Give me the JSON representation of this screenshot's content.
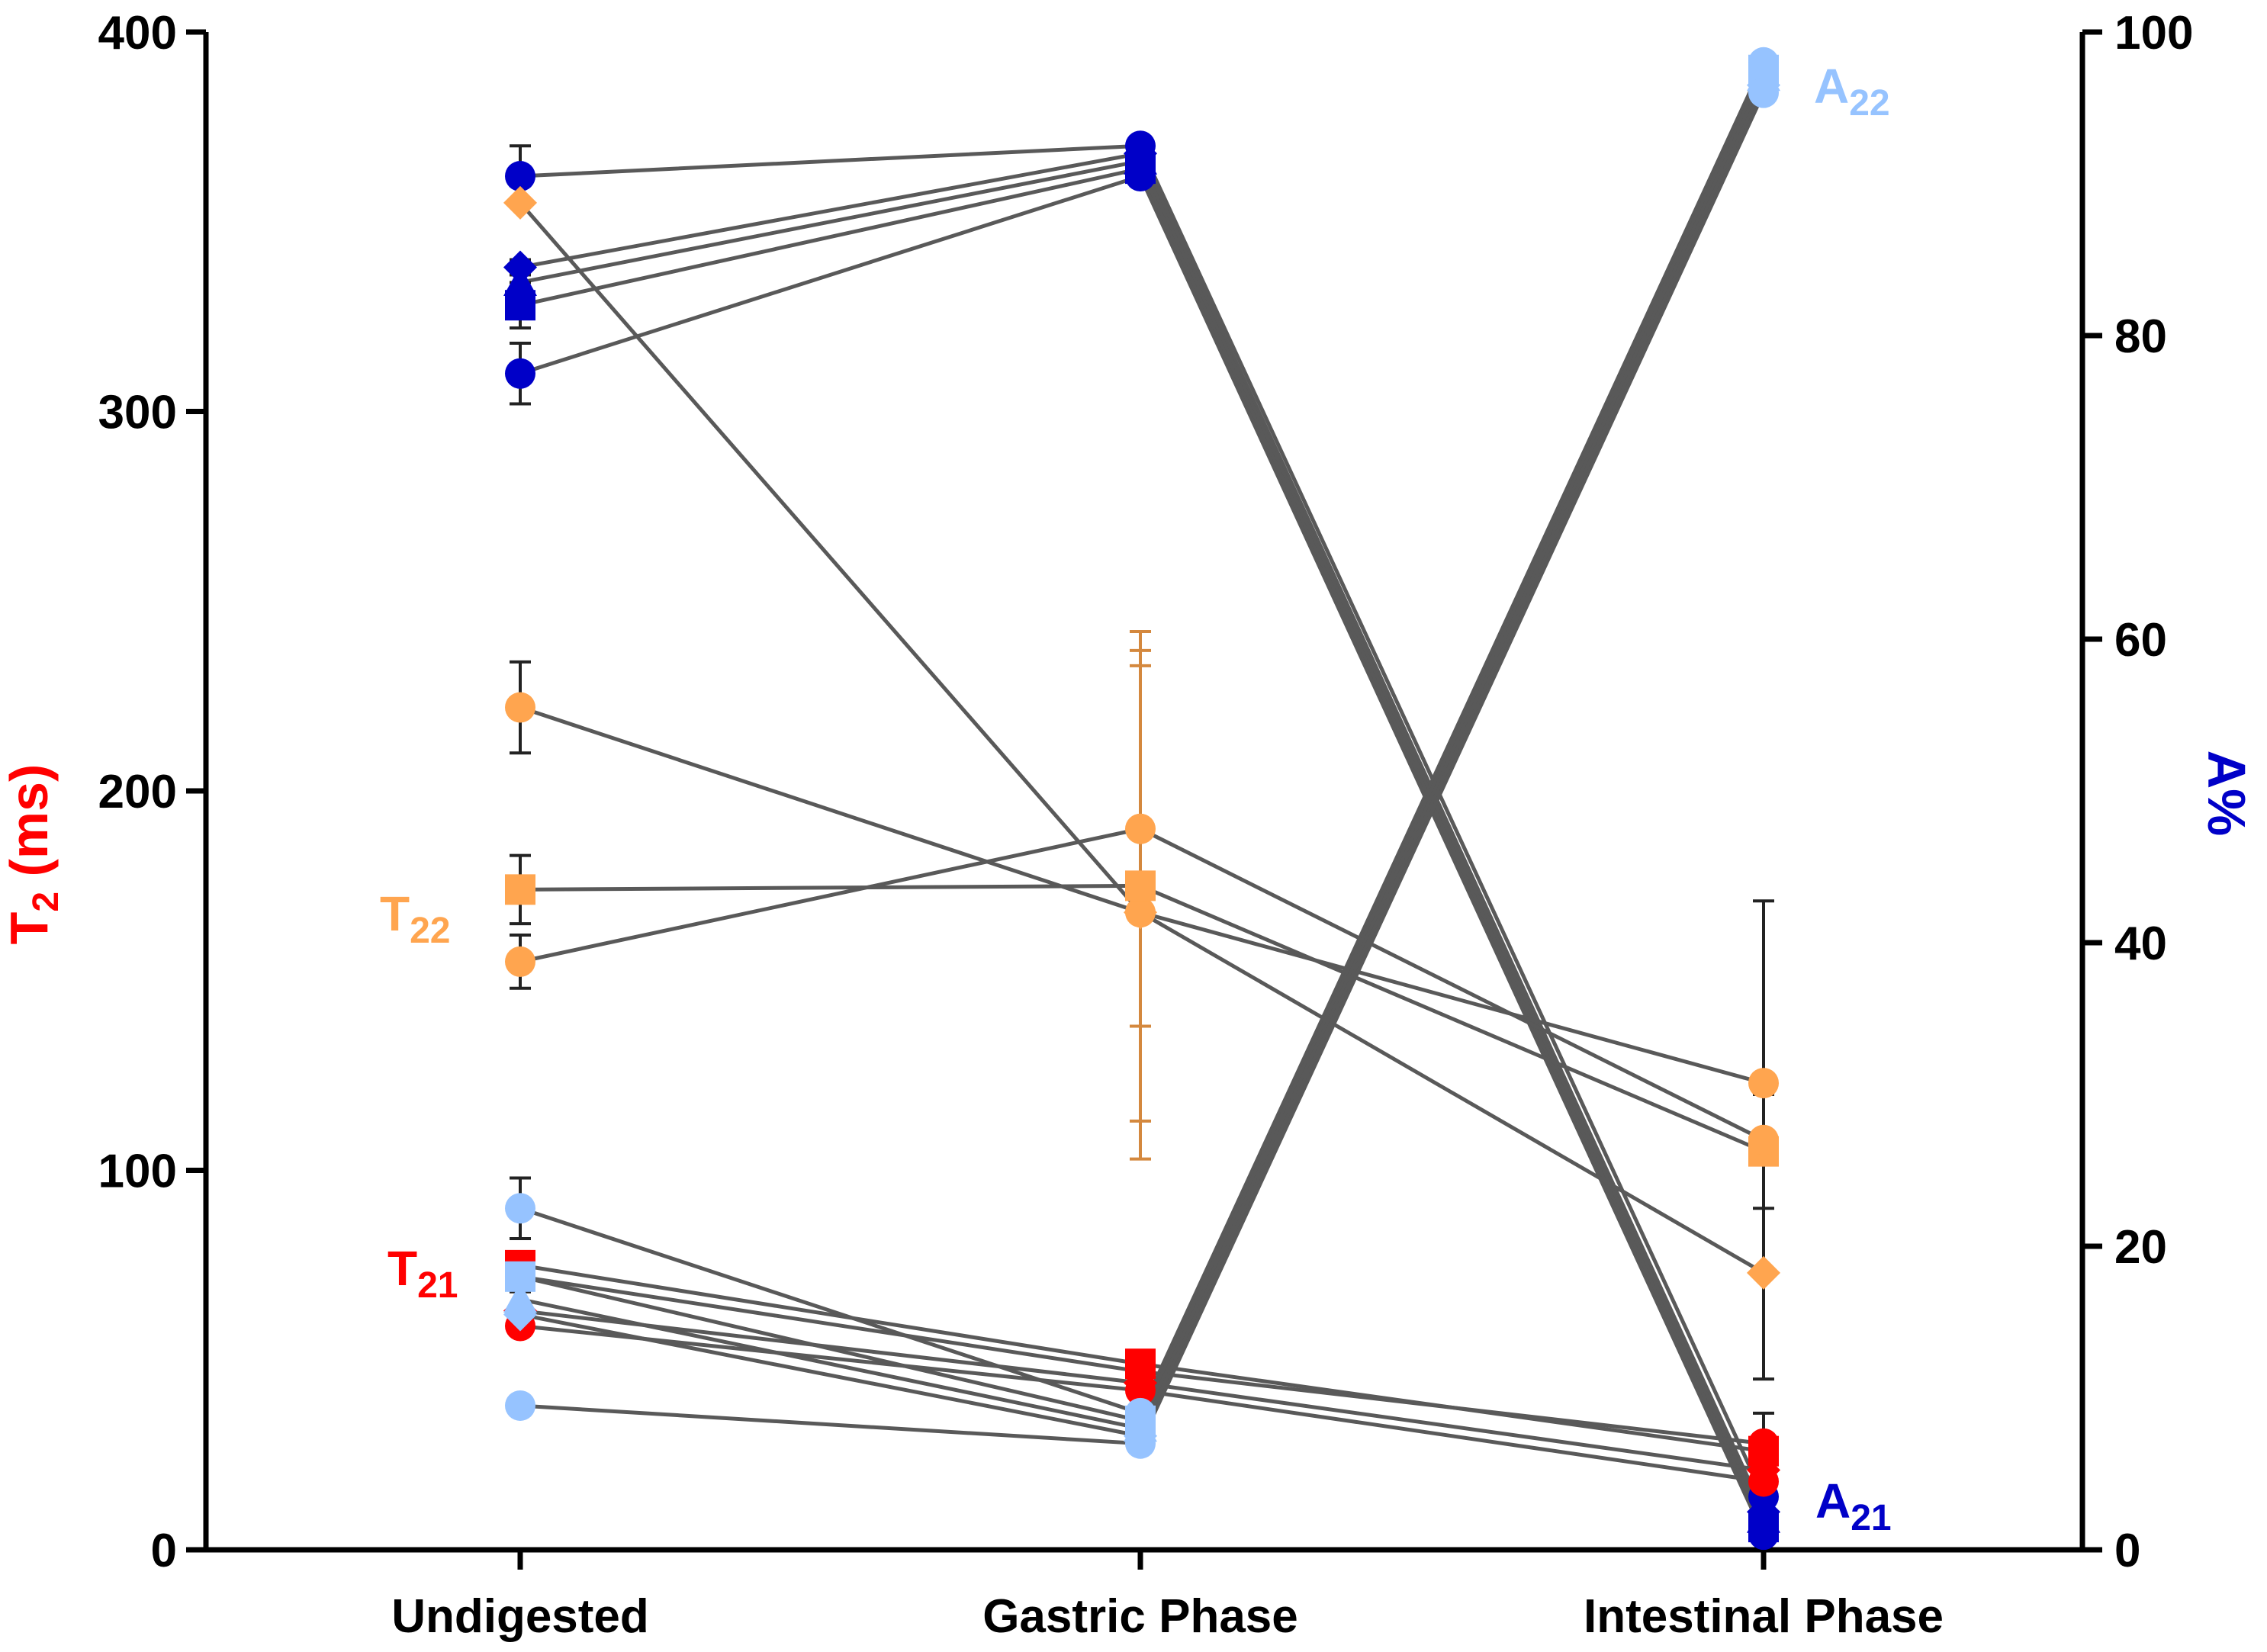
{
  "chart_data": {
    "type": "line",
    "title": "",
    "categories": [
      "Undigested",
      "Gastric Phase",
      "Intestinal Phase"
    ],
    "y_left": {
      "label_main": "T",
      "label_sub": "2",
      "label_unit": " (ms)",
      "range": [
        0,
        400
      ],
      "ticks": [
        "0",
        "100",
        "200",
        "300",
        "400"
      ],
      "color": "#ff0000"
    },
    "y_right": {
      "label": "A%",
      "range": [
        0,
        100
      ],
      "ticks": [
        "0",
        "20",
        "40",
        "60",
        "80",
        "100"
      ],
      "color": "#0000c8"
    },
    "colors": {
      "T21": "#ff0000",
      "T22": "#ffa54f",
      "A21": "#0000c8",
      "A22": "#96c3ff",
      "line": "#595959"
    },
    "series_labels": [
      {
        "key": "T22",
        "main": "T",
        "sub": "22",
        "color": "#ffa54f"
      },
      {
        "key": "T21",
        "main": "T",
        "sub": "21",
        "color": "#ff0000"
      },
      {
        "key": "A22",
        "main": "A",
        "sub": "22",
        "color": "#96c3ff"
      },
      {
        "key": "A21",
        "main": "A",
        "sub": "21",
        "color": "#0000c8"
      }
    ],
    "series": [
      {
        "group": "A21",
        "axis": "right",
        "marker": "circle",
        "values": [
          90.5,
          92.5,
          3.5
        ],
        "err": [
          2.0,
          0.5,
          1.0
        ]
      },
      {
        "group": "A21",
        "axis": "right",
        "marker": "diamond",
        "values": [
          84.5,
          92.0,
          2.5
        ],
        "err": [
          0.5,
          0.5,
          0.5
        ]
      },
      {
        "group": "A21",
        "axis": "right",
        "marker": "triangle",
        "values": [
          83.5,
          91.5,
          2.0
        ],
        "err": [
          0.5,
          0.5,
          0.5
        ]
      },
      {
        "group": "A21",
        "axis": "right",
        "marker": "square",
        "values": [
          82.0,
          91.0,
          1.5
        ],
        "err": [
          1.5,
          0.5,
          0.5
        ]
      },
      {
        "group": "A21",
        "axis": "right",
        "marker": "circle",
        "values": [
          77.5,
          90.5,
          1.0
        ],
        "err": [
          2.0,
          0.5,
          0.5
        ]
      },
      {
        "group": "T22",
        "axis": "left",
        "marker": "diamond",
        "values": [
          355,
          168,
          73
        ],
        "err": [
          0,
          0,
          0
        ]
      },
      {
        "group": "T22",
        "axis": "left",
        "marker": "circle",
        "values": [
          222,
          168,
          123
        ],
        "err": [
          12,
          65,
          0
        ]
      },
      {
        "group": "T22",
        "axis": "left",
        "marker": "square",
        "values": [
          174,
          175,
          105
        ],
        "err": [
          9,
          62,
          15
        ]
      },
      {
        "group": "T22",
        "axis": "left",
        "marker": "circle",
        "values": [
          155,
          190,
          108
        ],
        "err": [
          7,
          52,
          63
        ]
      },
      {
        "group": "T21",
        "axis": "left",
        "marker": "square",
        "values": [
          75,
          49,
          26
        ],
        "err": [
          0,
          0,
          2
        ]
      },
      {
        "group": "T21",
        "axis": "left",
        "marker": "circle",
        "values": [
          72,
          47,
          28
        ],
        "err": [
          0,
          0,
          8
        ]
      },
      {
        "group": "T21",
        "axis": "left",
        "marker": "diamond",
        "values": [
          63,
          44,
          21
        ],
        "err": [
          0,
          0,
          0
        ]
      },
      {
        "group": "T21",
        "axis": "left",
        "marker": "circle",
        "values": [
          59,
          42,
          18
        ],
        "err": [
          0,
          0,
          0
        ]
      },
      {
        "group": "A22",
        "axis": "right",
        "marker": "circle",
        "values": [
          22.5,
          9.0,
          98.0
        ],
        "err": [
          2.0,
          0.5,
          0.5
        ]
      },
      {
        "group": "A22",
        "axis": "right",
        "marker": "square",
        "values": [
          18.0,
          8.5,
          97.5
        ],
        "err": [
          0.5,
          0.5,
          0.5
        ]
      },
      {
        "group": "A22",
        "axis": "right",
        "marker": "triangle",
        "values": [
          16.5,
          8.0,
          97.0
        ],
        "err": [
          0.5,
          0.5,
          0.5
        ]
      },
      {
        "group": "A22",
        "axis": "right",
        "marker": "diamond",
        "values": [
          15.5,
          7.5,
          96.5
        ],
        "err": [
          0.5,
          0.5,
          0.5
        ]
      },
      {
        "group": "A22",
        "axis": "right",
        "marker": "circle",
        "values": [
          9.5,
          7.0,
          96.0
        ],
        "err": [
          0.5,
          0.5,
          0.5
        ]
      }
    ],
    "grid": false,
    "legend": "inline labels"
  }
}
